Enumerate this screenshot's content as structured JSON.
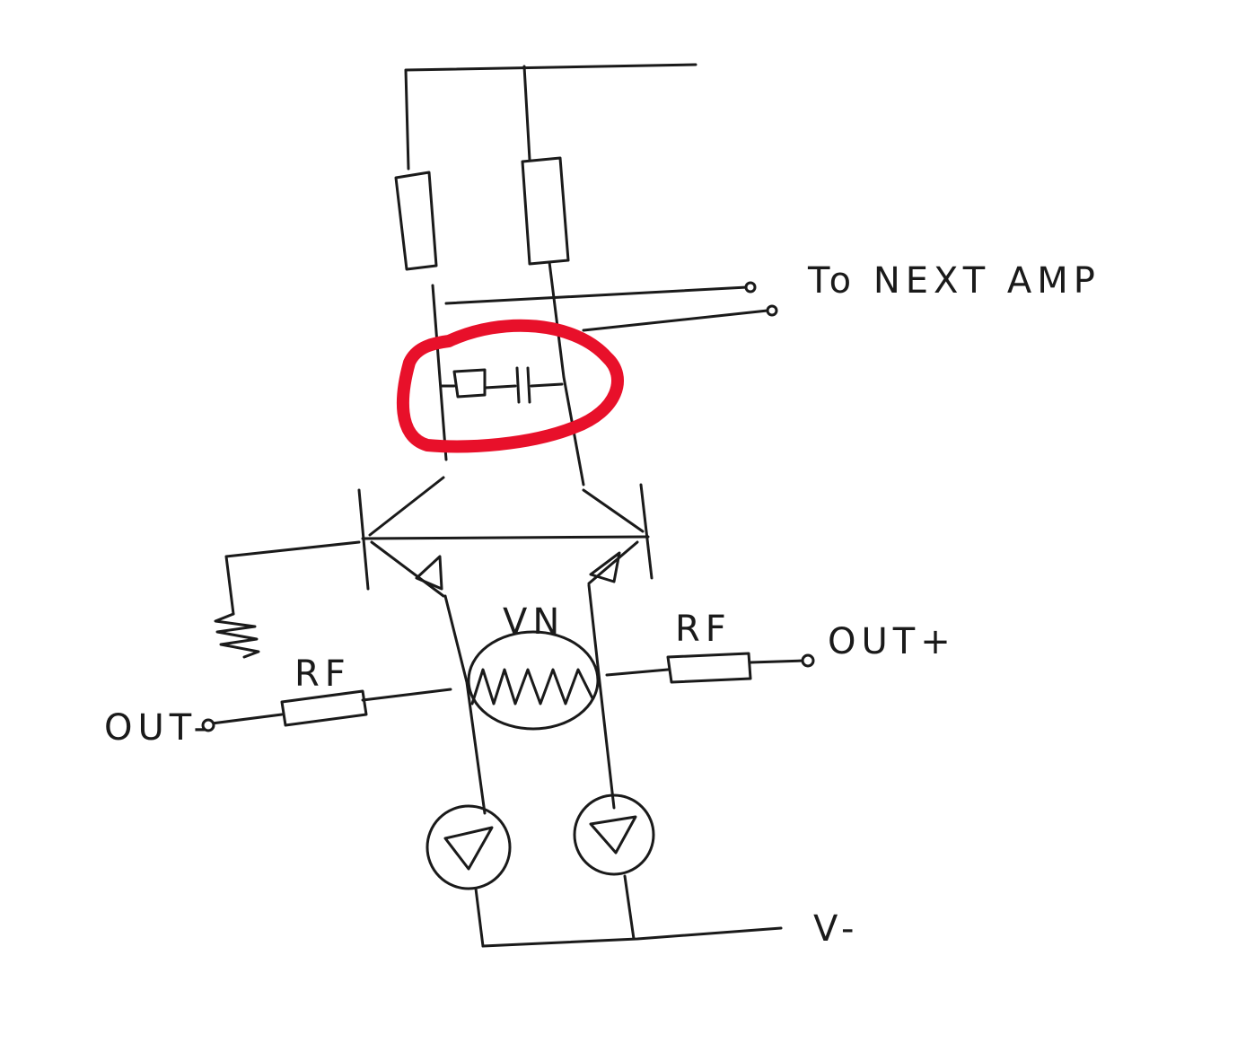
{
  "labels": {
    "to_next_amp": "To NEXT AMP",
    "vn": "VN",
    "rf_left": "RF",
    "rf_right": "RF",
    "out_minus": "OUT-",
    "out_plus": "OUT+",
    "v_minus": "V-"
  },
  "colors": {
    "ink": "#1a1a1a",
    "highlight": "#e8102a",
    "paper": "#ffffff"
  }
}
